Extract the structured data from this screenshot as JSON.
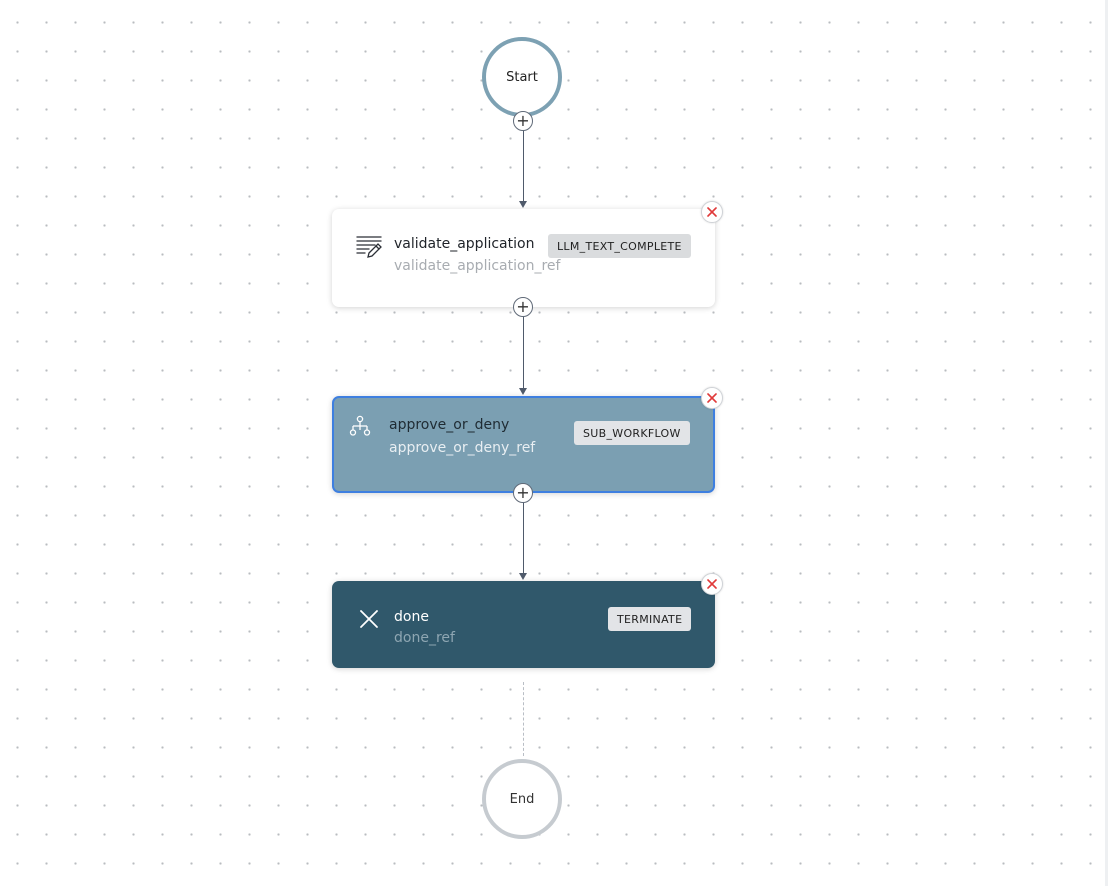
{
  "workflow": {
    "start_label": "Start",
    "end_label": "End",
    "add_symbol": "+",
    "tasks": [
      {
        "name": "validate_application",
        "ref": "validate_application_ref",
        "type": "LLM_TEXT_COMPLETE",
        "icon": "llm-text-icon",
        "selected": false,
        "background": "#ffffff"
      },
      {
        "name": "approve_or_deny",
        "ref": "approve_or_deny_ref",
        "type": "SUB_WORKFLOW",
        "icon": "sub-workflow-icon",
        "selected": true,
        "background": "#7b9fb2"
      },
      {
        "name": "done",
        "ref": "done_ref",
        "type": "TERMINATE",
        "icon": "terminate-x-icon",
        "selected": false,
        "background": "#30586b"
      }
    ]
  },
  "colors": {
    "start_ring": "#7da1b3",
    "end_ring": "#c6cbd0",
    "selected_border": "#3e7fe0",
    "remove_icon": "#e03a3a",
    "edge": "#4f5a6b"
  }
}
